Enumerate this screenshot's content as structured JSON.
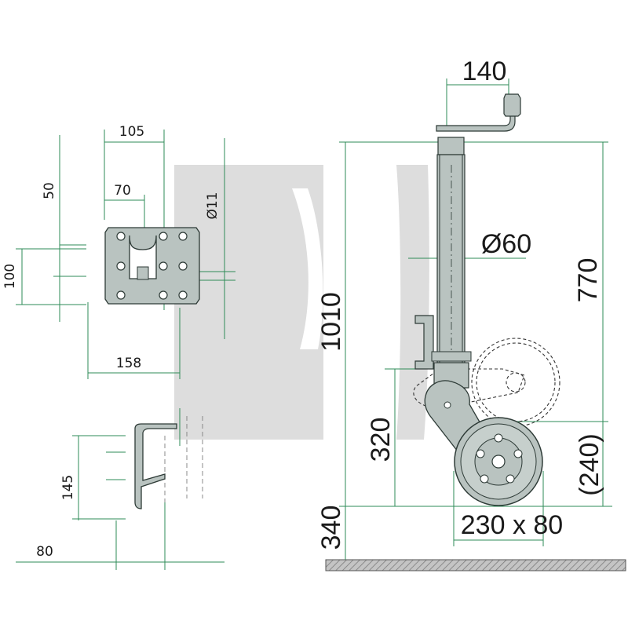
{
  "colors": {
    "dimension_line": "#2e8b57",
    "part_fill": "#b9c3c0",
    "part_stroke": "#2d3a36",
    "watermark": "#dcdcdc",
    "ground_fill": "#b0b0b0"
  },
  "watermark": {
    "icon": "grimme-logo-watermark"
  },
  "mounting_plate": {
    "dim_width_top": "105",
    "dim_hole_spacing_horizontal": "70",
    "dim_hole_diameter": "Ø11",
    "dim_height_offset": "50",
    "dim_hole_spacing_vertical": "100",
    "dim_overall_width": "158"
  },
  "side_bracket": {
    "dim_height": "145",
    "dim_offset": "80"
  },
  "jockey_wheel": {
    "dim_handle_reach": "140",
    "dim_tube_diameter": "Ø60",
    "dim_total_height": "1010",
    "dim_stroke": "770",
    "dim_retracted_height": "320",
    "dim_wheel_raised": "(240)",
    "dim_ground_clearance": "340",
    "dim_wheel_size": "230 x 80"
  }
}
